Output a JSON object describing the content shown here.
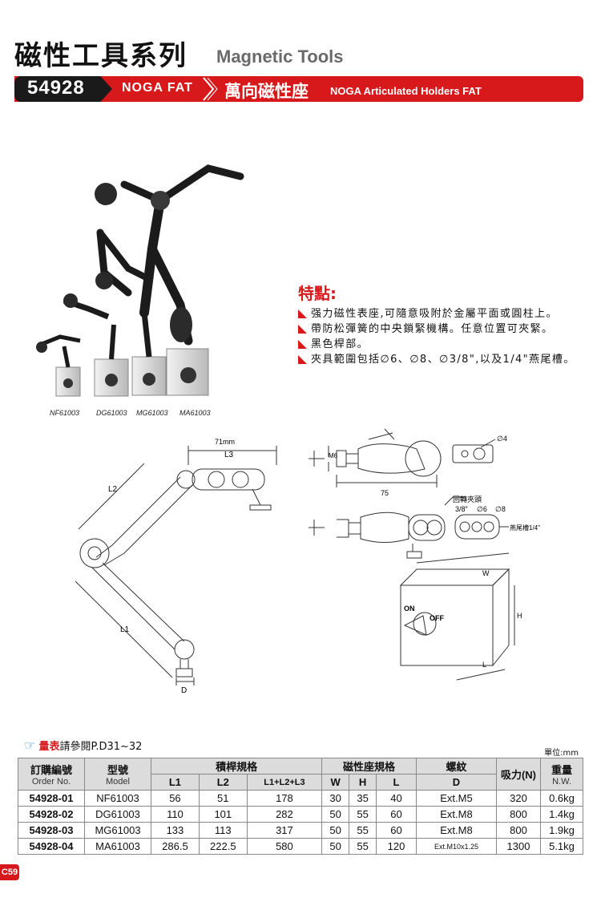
{
  "header": {
    "title_cn": "磁性工具系列",
    "title_en": "Magnetic Tools",
    "code": "54928",
    "brand": "NOGA FAT",
    "product_cn": "萬向磁性座",
    "product_en": "NOGA Articulated Holders FAT"
  },
  "photo": {
    "captions": [
      "NF61003",
      "DG61003",
      "MG61003",
      "MA61003"
    ]
  },
  "features": {
    "title": "特點:",
    "items": [
      "强力磁性表座,可隨意吸附於金屬平面或圓柱上。",
      "帶防松彈簧的中央鎖緊機構。任意位置可夾緊。",
      "黑色桿部。",
      "夾具範圍包括∅6、∅8、∅3/8\",以及1/4\"燕尾槽。"
    ]
  },
  "diagram": {
    "dim_71": "71mm",
    "l3": "L3",
    "l2": "L2",
    "l1": "L1",
    "d": "D",
    "m6": "M6",
    "len_75": "75",
    "dia4": "∅4",
    "rotate_clamp": "回轉夾頭",
    "c38": "3/8\"",
    "c6": "∅6",
    "c8": "∅8",
    "dovetail": "燕尾槽1/4\"",
    "w": "W",
    "h": "H",
    "l": "L",
    "on": "ON",
    "off": "OFF"
  },
  "table": {
    "note_red": "量表",
    "note_rest": "請參閱P.D31~32",
    "unit": "單位:mm",
    "headers": {
      "order_cn": "訂購編號",
      "order_en": "Order No.",
      "model_cn": "型號",
      "model_en": "Model",
      "rod": "積桿規格",
      "base": "磁性座規格",
      "thread": "螺紋",
      "force": "吸力(N)",
      "weight_cn": "重量",
      "weight_en": "N.W.",
      "l1": "L1",
      "l2": "L2",
      "l123": "L1+L2+L3",
      "w": "W",
      "h": "H",
      "l": "L",
      "d": "D"
    },
    "rows": [
      {
        "order": "54928-01",
        "model": "NF61003",
        "l1": "56",
        "l2": "51",
        "sum": "178",
        "w": "30",
        "h": "35",
        "l": "40",
        "d": "Ext.M5",
        "force": "320",
        "wt": "0.6kg"
      },
      {
        "order": "54928-02",
        "model": "DG61003",
        "l1": "110",
        "l2": "101",
        "sum": "282",
        "w": "50",
        "h": "55",
        "l": "60",
        "d": "Ext.M8",
        "force": "800",
        "wt": "1.4kg"
      },
      {
        "order": "54928-03",
        "model": "MG61003",
        "l1": "133",
        "l2": "113",
        "sum": "317",
        "w": "50",
        "h": "55",
        "l": "60",
        "d": "Ext.M8",
        "force": "800",
        "wt": "1.9kg"
      },
      {
        "order": "54928-04",
        "model": "MA61003",
        "l1": "286.5",
        "l2": "222.5",
        "sum": "580",
        "w": "50",
        "h": "55",
        "l": "120",
        "d": "Ext.M10x1.25",
        "force": "1300",
        "wt": "5.1kg"
      }
    ]
  },
  "page_tag": "C59"
}
